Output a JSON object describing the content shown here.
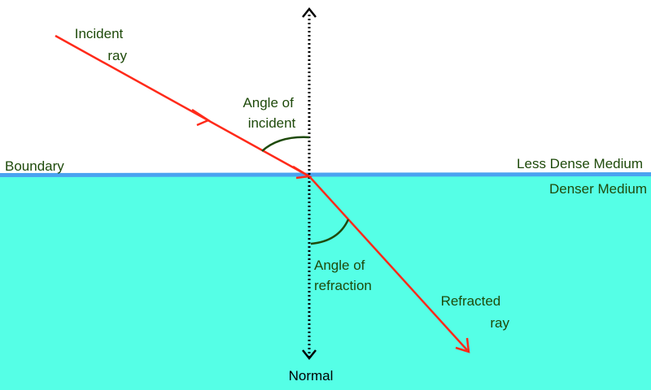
{
  "labels": {
    "incident_ray": [
      "Incident",
      "ray"
    ],
    "angle_incident": [
      "Angle of",
      "incident"
    ],
    "boundary": "Boundary",
    "less_dense": "Less Dense Medium",
    "denser": "Denser Medium",
    "angle_refraction": [
      "Angle of",
      "refraction"
    ],
    "refracted_ray": [
      "Refracted",
      "ray"
    ],
    "normal": "Normal"
  },
  "colors": {
    "denser_medium": "#55ffe6",
    "less_dense_medium": "#ffffff",
    "boundary": "#4aa3f0",
    "ray": "#ff2a1a",
    "label_text": "#1e4a0a",
    "normal_label_text": "#000000",
    "normal_line": "#000000",
    "angle_arc": "#1e4a0a"
  }
}
